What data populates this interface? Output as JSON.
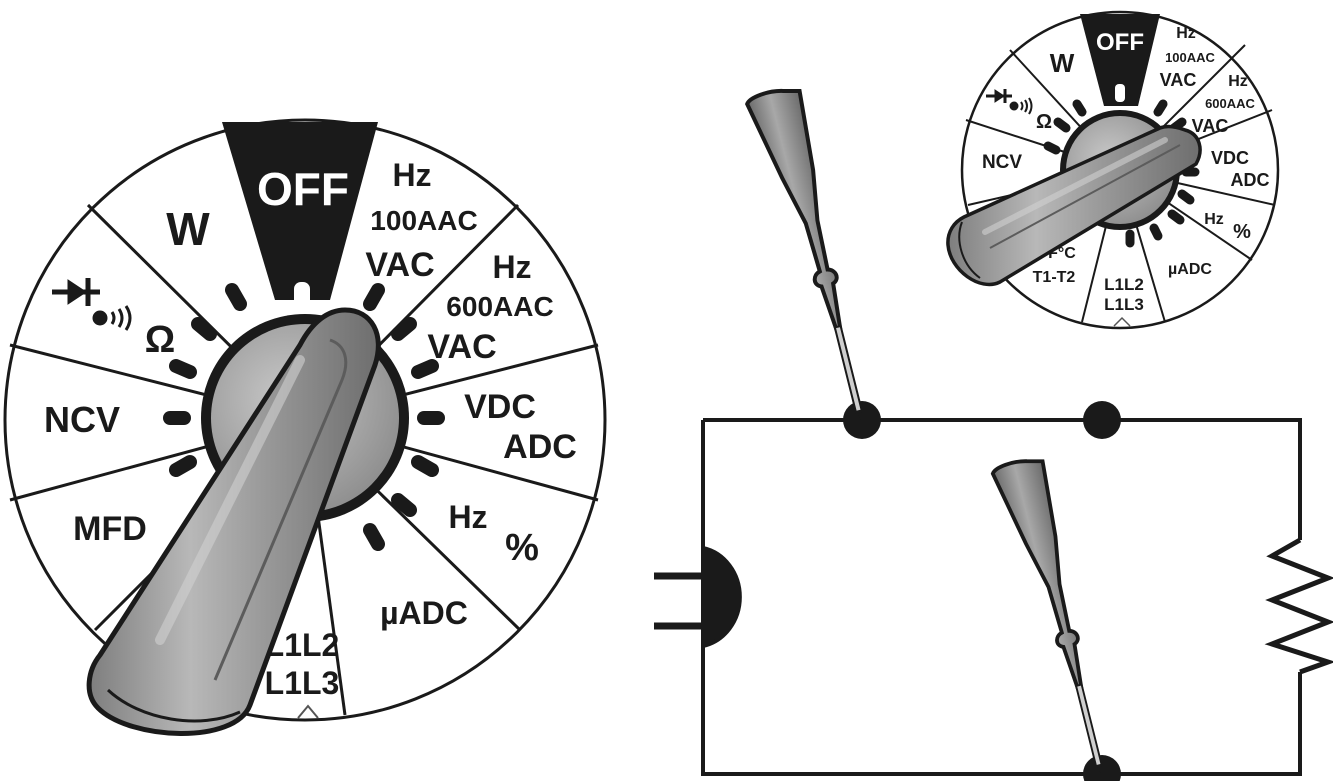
{
  "big_dial": {
    "off": "OFF",
    "w": "W",
    "hz100": "Hz",
    "aac100": "100AAC",
    "vac1": "VAC",
    "hz600": "Hz",
    "aac600": "600AAC",
    "vac2": "VAC",
    "vdc": "VDC",
    "adc": "ADC",
    "hz_pct_hz": "Hz",
    "hz_pct_pct": "%",
    "uadc": "µADC",
    "l1l2": "L1L2",
    "l1l3": "L1L3",
    "mfd": "MFD",
    "ncv": "NCV",
    "ohm": "Ω"
  },
  "small_dial": {
    "off": "OFF",
    "w": "W",
    "hz100": "Hz",
    "aac100": "100AAC",
    "vac1": "VAC",
    "hz600": "Hz",
    "aac600": "600AAC",
    "vac2": "VAC",
    "vdc": "VDC",
    "adc": "ADC",
    "hz_pct_hz": "Hz",
    "hz_pct_pct": "%",
    "uadc": "µADC",
    "l1l2": "L1L2",
    "l1l3": "L1L3",
    "temp": "F°C",
    "t1t2": "T1-T2",
    "ncv": "NCV",
    "ohm": "Ω"
  },
  "colors": {
    "ink": "#1a1a1a",
    "knob_body": "#9a9a9a",
    "knob_light": "#c4c4c4",
    "probe_body": "#8c8c8c"
  }
}
